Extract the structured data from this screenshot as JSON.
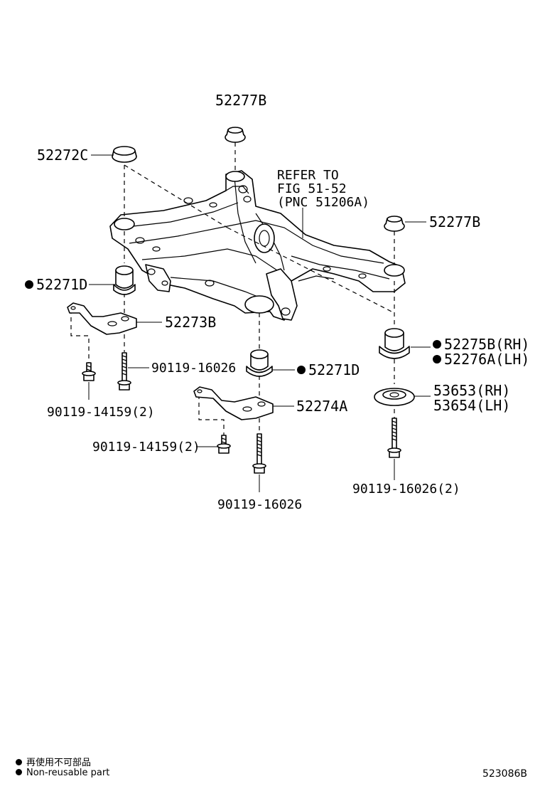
{
  "labels": {
    "p52277b_top": "52277B",
    "p52272c": "52272C",
    "refer_line1": "REFER TO",
    "refer_line2": "FIG 51-52",
    "refer_line3": "(PNC 51206A)",
    "p52277b_right": "52277B",
    "p52271d_left": "52271D",
    "p52273b": "52273B",
    "p90119_16026_left": "90119-16026",
    "p52271d_center": "52271D",
    "p52275b": "52275B(RH)",
    "p52276a": "52276A(LH)",
    "p53653": "53653(RH)",
    "p53654": "53654(LH)",
    "p52274a": "52274A",
    "p90119_14159_left": "90119-14159(2)",
    "p90119_14159_center": "90119-14159(2)",
    "p90119_16026_right": "90119-16026(2)",
    "p90119_16026_bottom": "90119-16026"
  },
  "legend": {
    "line1": "再使用不可部品",
    "line2": "Non-reusable part"
  },
  "figure_code": "523086B"
}
